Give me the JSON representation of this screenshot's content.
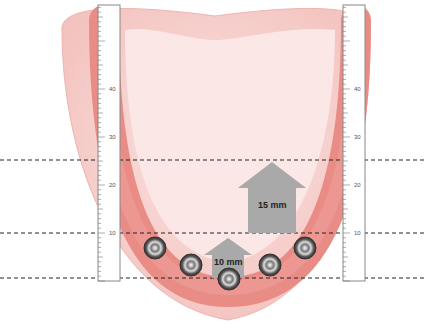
{
  "diagram": {
    "labels": [
      "40",
      "30",
      "20",
      "10",
      "40",
      "30",
      "20",
      "10",
      "15 mm",
      "10 mm"
    ]
  }
}
